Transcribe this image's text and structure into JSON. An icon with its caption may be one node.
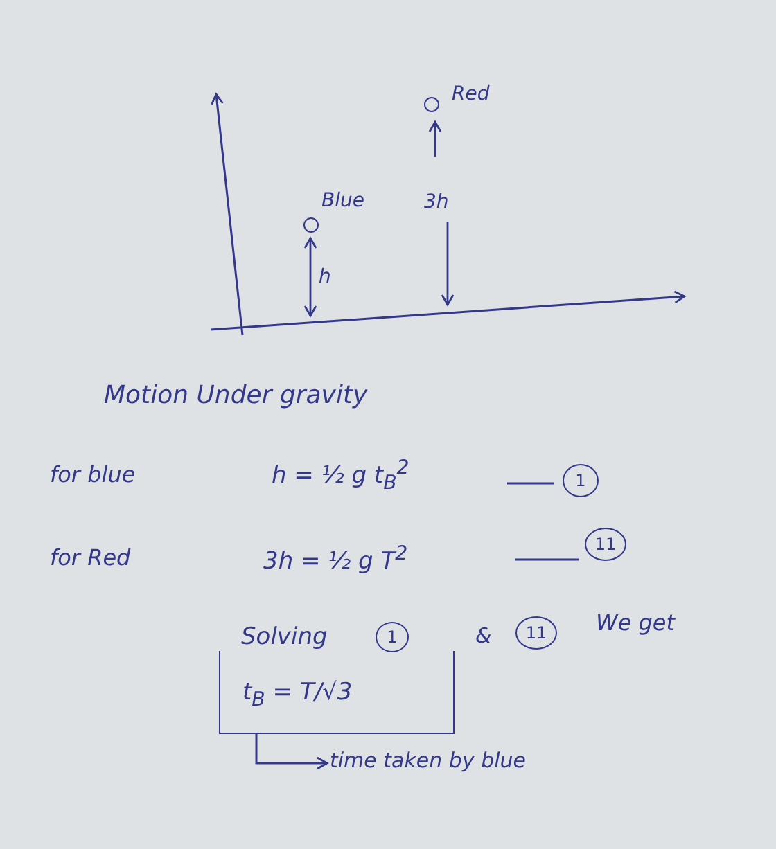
{
  "diagram": {
    "nodes": [
      {
        "text": [],
        "shape": "circle",
        "beside": [
          "Red"
        ]
      },
      {
        "text": [],
        "shape": "circle",
        "beside": [
          "Blue"
        ]
      },
      {
        "text": [
          "1"
        ]
      },
      {
        "text": [
          "11"
        ]
      },
      {
        "text": [
          "1"
        ]
      },
      {
        "text": [
          "11"
        ]
      },
      {
        "text": [
          "t$_{B}$ = T/√3"
        ]
      },
      {
        "text": [
          "time taken by blue"
        ]
      }
    ],
    "edges": [
      {
        "from": 6,
        "to": 7,
        "arrow": "to"
      }
    ],
    "labels": [
      "3h",
      "h",
      "Motion Under gravity",
      "for blue",
      "h = ½ g t$_{B}$$^{2}$",
      "for Red",
      "3h = ½ g T$^{2}$",
      "Solving",
      "&",
      "We get"
    ]
  }
}
